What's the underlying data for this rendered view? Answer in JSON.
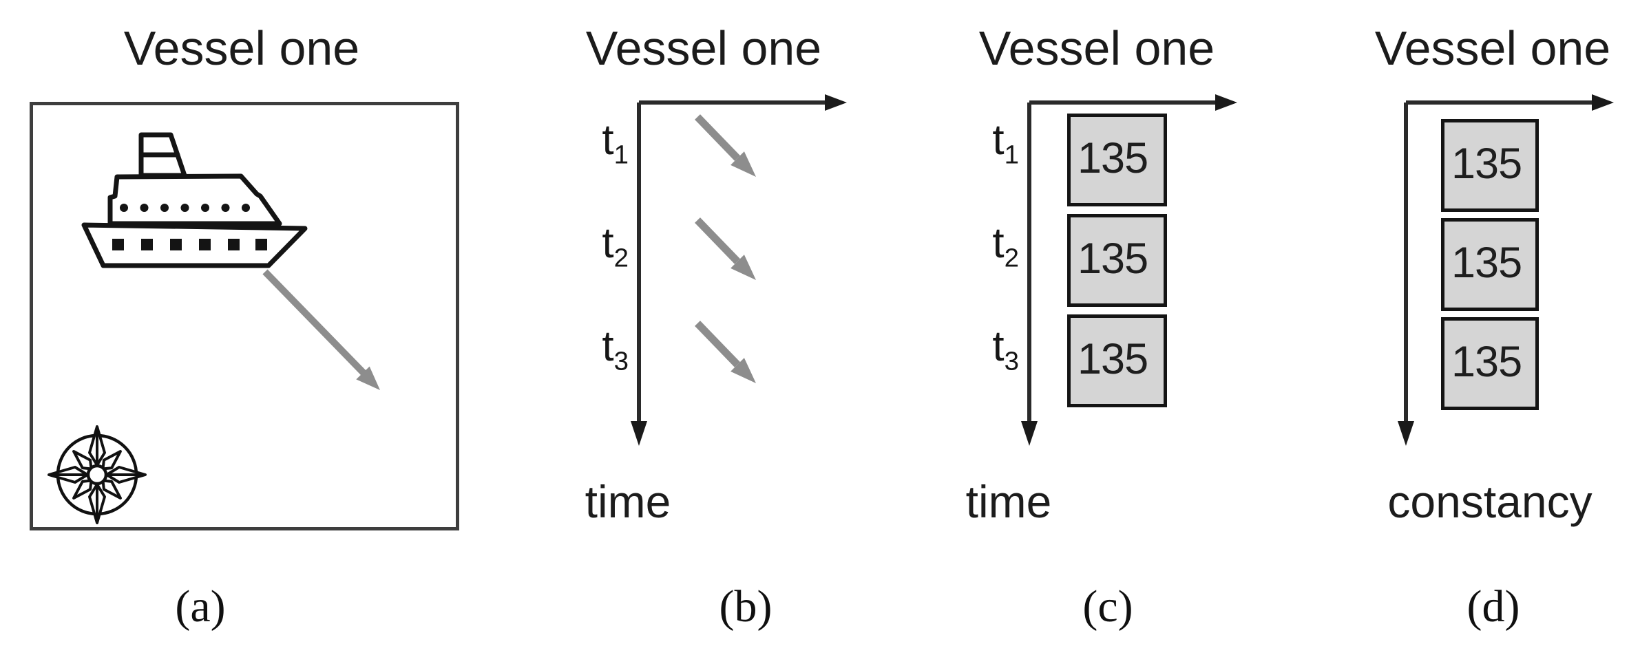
{
  "figure": {
    "panel_a": {
      "title": "Vessel one",
      "caption": "(a)"
    },
    "panel_b": {
      "title": "Vessel one",
      "caption": "(b)",
      "axis_label": "time",
      "ticks": [
        {
          "t": "t",
          "sub": "1"
        },
        {
          "t": "t",
          "sub": "2"
        },
        {
          "t": "t",
          "sub": "3"
        }
      ]
    },
    "panel_c": {
      "title": "Vessel one",
      "caption": "(c)",
      "axis_label": "time",
      "ticks": [
        {
          "t": "t",
          "sub": "1"
        },
        {
          "t": "t",
          "sub": "2"
        },
        {
          "t": "t",
          "sub": "3"
        }
      ],
      "values": [
        "135",
        "135",
        "135"
      ]
    },
    "panel_d": {
      "title": "Vessel one",
      "caption": "(d)",
      "axis_label": "constancy",
      "values": [
        "135",
        "135",
        "135"
      ]
    }
  },
  "icons": {
    "ship": "ship-icon",
    "compass": "compass-rose-icon",
    "heading_arrow": "heading-arrow-icon"
  },
  "colors": {
    "ink": "#1c1c1c",
    "axis": "#2a2a2a",
    "arrow_gray": "#8d8d8d",
    "box_fill": "#d5d5d5",
    "box_border": "#141414",
    "frame_border": "#3e3e3e",
    "background": "#ffffff"
  }
}
